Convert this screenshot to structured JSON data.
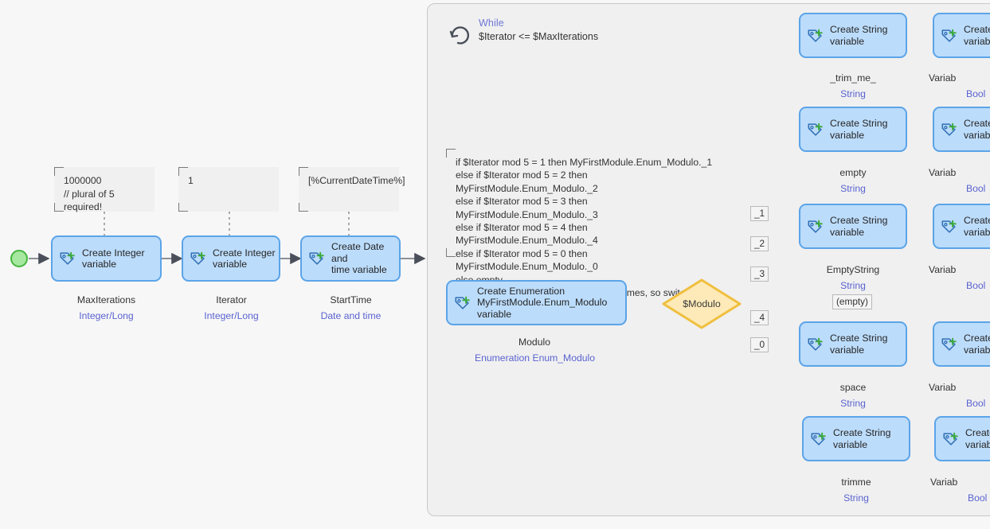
{
  "while_loop": {
    "icon": "loop-refresh-icon",
    "title": "While",
    "condition": "$Iterator <= $MaxIterations"
  },
  "start": {
    "icon": "start-node-icon"
  },
  "comments": {
    "max_iterations": "1000000\n// plural of 5 required!",
    "iterator": "1",
    "start_time": "[%CurrentDateTime%]",
    "modulo_logic": "if $Iterator mod 5 = 1 then MyFirstModule.Enum_Modulo._1\nelse if $Iterator mod 5 = 2 then MyFirstModule.Enum_Modulo._2\nelse if $Iterator mod 5 = 3 then MyFirstModule.Enum_Modulo._3\nelse if $Iterator mod 5 = 4 then MyFirstModule.Enum_Modulo._4\nelse if $Iterator mod 5 = 0 then MyFirstModule.Enum_Modulo._0\nelse empty\n//all paths run exactly same amount of times, so switch delta is negligable"
  },
  "nodes": {
    "max_iterations": {
      "action": "Create Integer\nvariable",
      "name": "MaxIterations",
      "type": "Integer/Long",
      "icon": "create-variable-icon"
    },
    "iterator": {
      "action": "Create Integer\nvariable",
      "name": "Iterator",
      "type": "Integer/Long",
      "icon": "create-variable-icon"
    },
    "start_time": {
      "action": "Create Date and\ntime variable",
      "name": "StartTime",
      "type": "Date and time",
      "icon": "create-variable-icon"
    },
    "modulo": {
      "action": "Create Enumeration\nMyFirstModule.Enum_Modulo variable",
      "name": "Modulo",
      "type": "Enumeration Enum_Modulo",
      "icon": "create-variable-icon"
    }
  },
  "decision": {
    "label": "$Modulo",
    "branches": [
      {
        "chip": "_1"
      },
      {
        "chip": "_2"
      },
      {
        "chip": "_3"
      },
      {
        "chip": "(empty)"
      },
      {
        "chip": "_4"
      },
      {
        "chip": "_0"
      }
    ]
  },
  "string_nodes": [
    {
      "action": "Create String\nvariable",
      "name": "_trim_me_",
      "type": "String",
      "icon": "create-variable-icon"
    },
    {
      "action": "Create String\nvariable",
      "name": "empty",
      "type": "String",
      "icon": "create-variable-icon"
    },
    {
      "action": "Create String\nvariable",
      "name": "EmptyString",
      "type": "String",
      "icon": "create-variable-icon"
    },
    {
      "action": "Create String\nvariable",
      "name": "space",
      "type": "String",
      "icon": "create-variable-icon"
    },
    {
      "action": "Create String\nvariable",
      "name": "trimme",
      "type": "String",
      "icon": "create-variable-icon"
    }
  ],
  "boolean_nodes": [
    {
      "action": "Create B\nvariable",
      "name": "Variab",
      "type": "Bool",
      "icon": "create-variable-icon"
    },
    {
      "action": "Create B\nvariable",
      "name": "Variab",
      "type": "Bool",
      "icon": "create-variable-icon"
    },
    {
      "action": "Create B\nvariable",
      "name": "Variab",
      "type": "Bool",
      "icon": "create-variable-icon"
    },
    {
      "action": "Create B\nvariable",
      "name": "Variab",
      "type": "Bool",
      "icon": "create-variable-icon"
    },
    {
      "action": "Create B\nvariable",
      "name": "Variab",
      "type": "Bool",
      "icon": "create-variable-icon"
    }
  ],
  "colors": {
    "node_fill": "#bcdcfb",
    "node_border": "#5ba4e8",
    "diamond_fill": "#fdeab8",
    "diamond_border": "#f0bf3f",
    "type_text": "#5a63d0",
    "start_fill": "#a6e8a0",
    "canvas": "#f7f7f7",
    "panel": "#f0f0f0"
  }
}
